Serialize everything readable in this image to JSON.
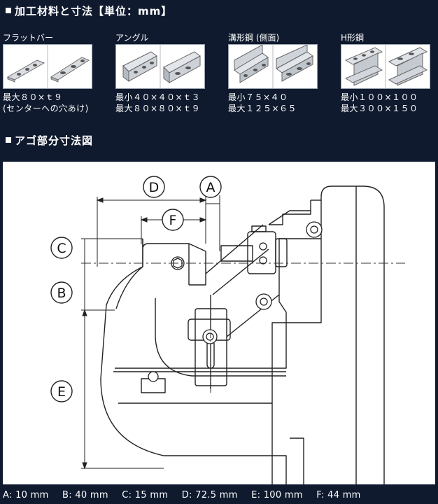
{
  "heading_materials": "加工材料と寸法【単位：mm】",
  "heading_diagram": "アゴ部分寸法図",
  "materials": [
    {
      "name": "フラットバー",
      "spec1": "最大８０×ｔ９",
      "spec2": "(センターへの穴あけ)",
      "icon": "flat-bar-icon"
    },
    {
      "name": "アングル",
      "spec1": "最小４０×４０×ｔ３",
      "spec2": "最大８０×８０×ｔ９",
      "icon": "angle-steel-icon"
    },
    {
      "name": "溝形鋼 (側面)",
      "spec1": "最小７５×４０",
      "spec2": "最大１２５×６５",
      "icon": "channel-steel-icon"
    },
    {
      "name": "H形鋼",
      "spec1": "最小１００×１００",
      "spec2": "最大３００×１５０",
      "icon": "h-beam-icon"
    }
  ],
  "diagram_labels": {
    "A": "A",
    "B": "B",
    "C": "C",
    "D": "D",
    "E": "E",
    "F": "F"
  },
  "dimensions": [
    "A: 10 mm",
    "B: 40 mm",
    "C: 15 mm",
    "D: 72.5 mm",
    "E: 100 mm",
    "F: 44 mm"
  ]
}
